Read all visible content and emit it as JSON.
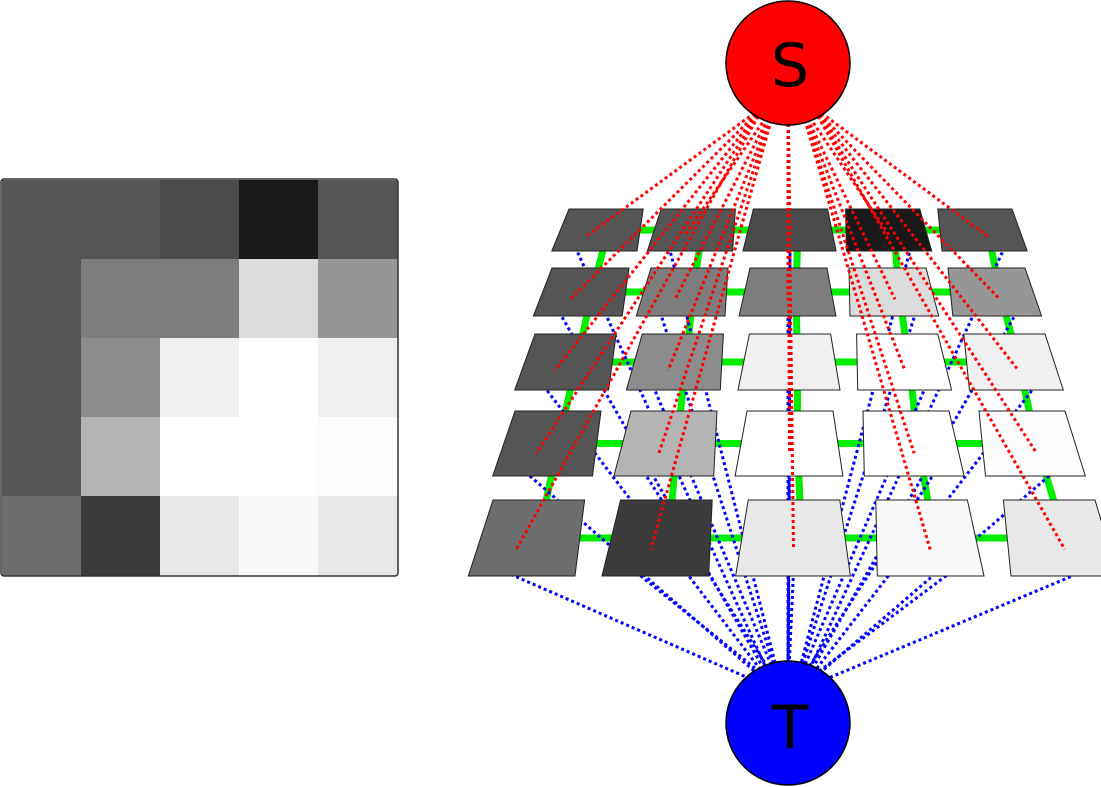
{
  "image": {
    "gray_levels": [
      [
        85,
        85,
        75,
        25,
        85
      ],
      [
        85,
        125,
        125,
        220,
        150
      ],
      [
        85,
        140,
        240,
        255,
        240
      ],
      [
        85,
        180,
        255,
        255,
        252
      ],
      [
        110,
        60,
        232,
        248,
        232
      ]
    ]
  },
  "graph": {
    "source": {
      "label": "S",
      "color": "#ff0000"
    },
    "sink": {
      "label": "T",
      "color": "#0000ff"
    },
    "neighbor_edge_color": "#00ee00",
    "source_edge_color": "#ff0000",
    "sink_edge_color": "#0000ff"
  }
}
